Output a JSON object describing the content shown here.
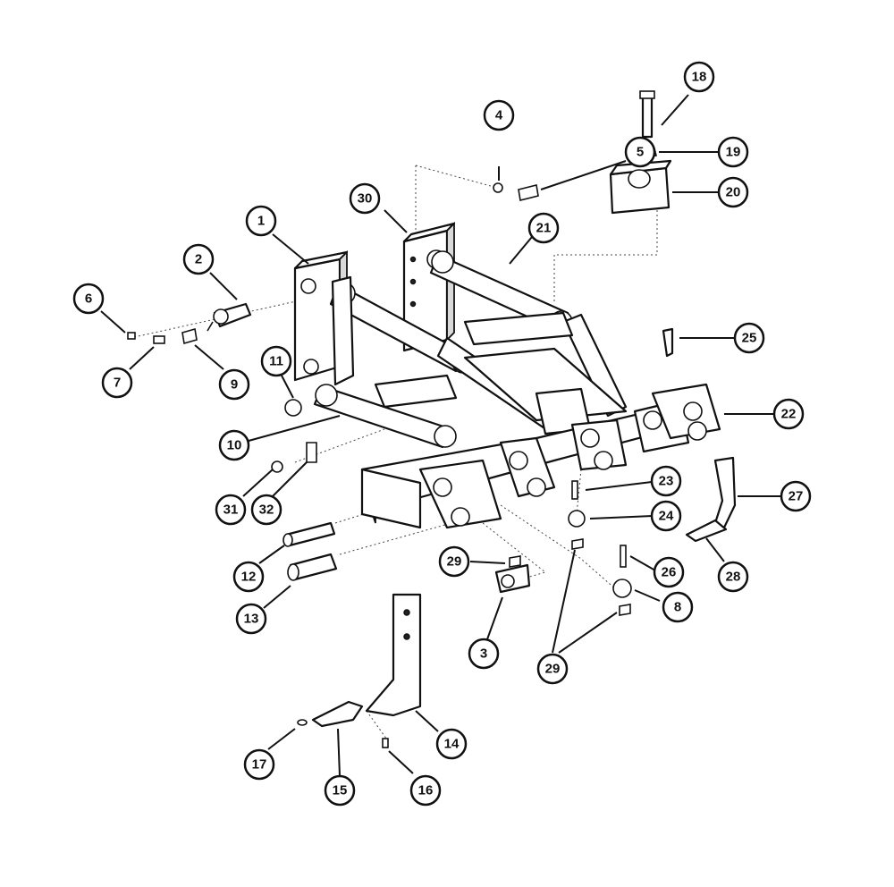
{
  "callouts": [
    {
      "id": "c1",
      "label": "1"
    },
    {
      "id": "c2",
      "label": "2"
    },
    {
      "id": "c3",
      "label": "3"
    },
    {
      "id": "c4",
      "label": "4"
    },
    {
      "id": "c5",
      "label": "5"
    },
    {
      "id": "c6",
      "label": "6"
    },
    {
      "id": "c7",
      "label": "7"
    },
    {
      "id": "c8",
      "label": "8"
    },
    {
      "id": "c9",
      "label": "9"
    },
    {
      "id": "c10",
      "label": "10"
    },
    {
      "id": "c11",
      "label": "11"
    },
    {
      "id": "c12",
      "label": "12"
    },
    {
      "id": "c13",
      "label": "13"
    },
    {
      "id": "c14",
      "label": "14"
    },
    {
      "id": "c15",
      "label": "15"
    },
    {
      "id": "c16",
      "label": "16"
    },
    {
      "id": "c17",
      "label": "17"
    },
    {
      "id": "c18",
      "label": "18"
    },
    {
      "id": "c19",
      "label": "19"
    },
    {
      "id": "c20",
      "label": "20"
    },
    {
      "id": "c21",
      "label": "21"
    },
    {
      "id": "c22",
      "label": "22"
    },
    {
      "id": "c23",
      "label": "23"
    },
    {
      "id": "c24",
      "label": "24"
    },
    {
      "id": "c25",
      "label": "25"
    },
    {
      "id": "c26",
      "label": "26"
    },
    {
      "id": "c27",
      "label": "27"
    },
    {
      "id": "c28",
      "label": "28"
    },
    {
      "id": "c29a",
      "label": "29"
    },
    {
      "id": "c29b",
      "label": "29"
    },
    {
      "id": "c30",
      "label": "30"
    },
    {
      "id": "c31",
      "label": "31"
    },
    {
      "id": "c32",
      "label": "32"
    }
  ]
}
